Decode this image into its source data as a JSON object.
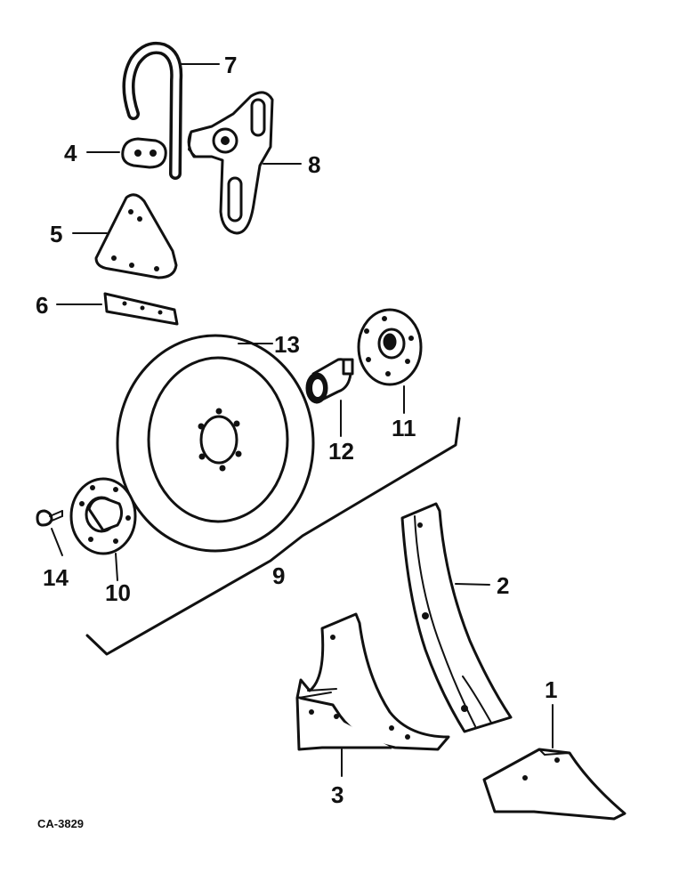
{
  "figure_id": "CA-3829",
  "callouts": [
    {
      "id": "1",
      "label": "1"
    },
    {
      "id": "2",
      "label": "2"
    },
    {
      "id": "3",
      "label": "3"
    },
    {
      "id": "4",
      "label": "4"
    },
    {
      "id": "5",
      "label": "5"
    },
    {
      "id": "6",
      "label": "6"
    },
    {
      "id": "7",
      "label": "7"
    },
    {
      "id": "8",
      "label": "8"
    },
    {
      "id": "9",
      "label": "9"
    },
    {
      "id": "10",
      "label": "10"
    },
    {
      "id": "11",
      "label": "11"
    },
    {
      "id": "12",
      "label": "12"
    },
    {
      "id": "13",
      "label": "13"
    },
    {
      "id": "14",
      "label": "14"
    }
  ]
}
